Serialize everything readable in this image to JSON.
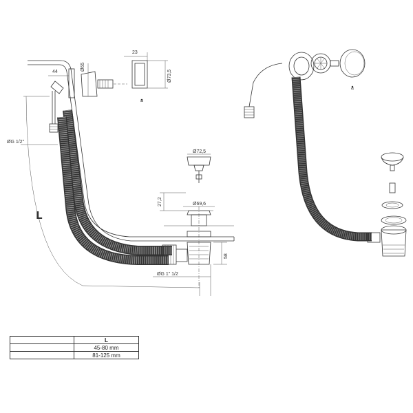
{
  "labels": {
    "dim_44": "44",
    "dim_65": "Ø65",
    "dim_23": "23",
    "dim_73_5": "Ø73,5",
    "dim_g_half": "ØG 1/2\"",
    "dim_72_5": "Ø72,5",
    "dim_27_2": "27,2",
    "dim_69_6": "Ø69,6",
    "dim_58": "58",
    "dim_g_1half": "ØG 1\" 1/2",
    "dim_L": "L",
    "mark_a_left": "a",
    "mark_a_right": "a"
  },
  "table": {
    "header": [
      "",
      "L"
    ],
    "rows": [
      [
        "",
        "45-80 mm"
      ],
      [
        "",
        "81-125 mm"
      ]
    ]
  }
}
